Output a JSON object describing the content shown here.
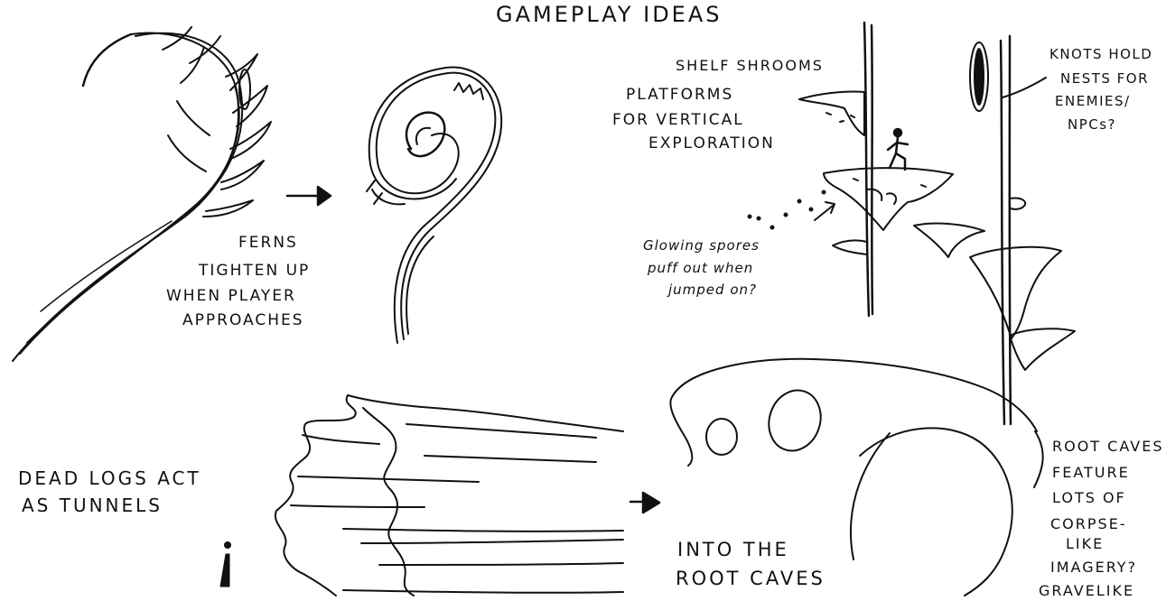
{
  "title": "GAMEPLAY IDEAS",
  "notes": {
    "ferns": [
      "FERNS",
      "TIGHTEN UP",
      "WHEN PLAYER",
      "APPROACHES"
    ],
    "shelf_shrooms": "SHELF SHROOMS",
    "platforms": [
      "PLATFORMS",
      "FOR VERTICAL",
      "EXPLORATION"
    ],
    "knots": [
      "KNOTS HOLD",
      "NESTS FOR",
      "ENEMIES/",
      "NPCs?"
    ],
    "spores": [
      "Glowing spores",
      "puff out when",
      "jumped on?"
    ],
    "dead_logs": [
      "DEAD LOGS ACT",
      "AS TUNNELS"
    ],
    "root_caves_link": [
      "INTO THE",
      "ROOT CAVES"
    ],
    "root_caves": [
      "ROOT CAVES",
      "FEATURE",
      "LOTS OF",
      "CORPSE-",
      "LIKE",
      "IMAGERY?",
      "GRAVELIKE"
    ]
  },
  "colors": {
    "ink": "#111111",
    "paper": "#ffffff"
  }
}
